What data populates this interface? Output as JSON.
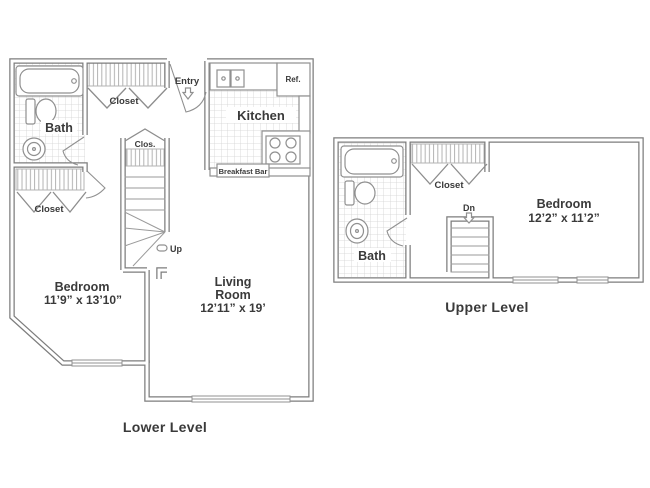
{
  "colors": {
    "wall": "#7d7d7d",
    "fixture": "#909090",
    "hatch": "#b3b3b3",
    "tile": "#d2d2d2",
    "text": "#3a3a3a",
    "background": "#ffffff"
  },
  "lower_level": {
    "caption": "Lower Level",
    "entry_label": "Entry",
    "bath_label": "Bath",
    "closet_top_label": "Closet",
    "closet_left_label": "Closet",
    "small_closet_label": "Clos.",
    "kitchen_label": "Kitchen",
    "refrigerator_label": "Ref.",
    "breakfast_bar_label": "Breakfast Bar",
    "stairs_label": "Up",
    "bedroom": {
      "name": "Bedroom",
      "dims": "11’9” x 13’10”"
    },
    "living_room": {
      "name_line1": "Living",
      "name_line2": "Room",
      "dims": "12’11” x 19’"
    }
  },
  "upper_level": {
    "caption": "Upper Level",
    "bath_label": "Bath",
    "closet_label": "Closet",
    "stairs_label": "Dn",
    "bedroom": {
      "name": "Bedroom",
      "dims": "12’2” x 11’2”"
    }
  }
}
